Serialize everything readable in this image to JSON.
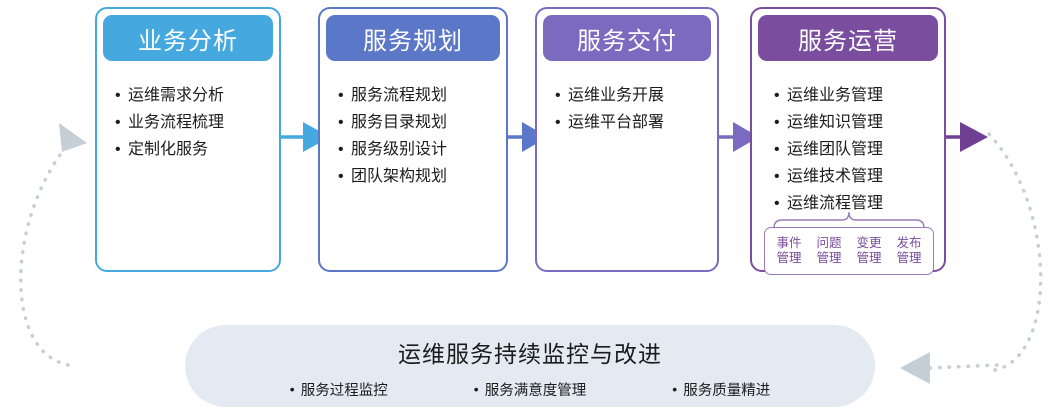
{
  "diagram": {
    "title_hidden": "",
    "colors": {
      "phase1": "#45a9df",
      "phase2": "#5b77c8",
      "phase3": "#7b6bc0",
      "phase4": "#7a4d9e",
      "banner_bg": "#e3eaf1",
      "loop_arrow": "#c6ced6",
      "subbox_border": "#9b7ab8"
    },
    "phases": [
      {
        "title": "业务分析",
        "items": [
          "运维需求分析",
          "业务流程梳理",
          "定制化服务"
        ]
      },
      {
        "title": "服务规划",
        "items": [
          "服务流程规划",
          "服务目录规划",
          "服务级别设计",
          "团队架构规划"
        ]
      },
      {
        "title": "服务交付",
        "items": [
          "运维业务开展",
          "运维平台部署"
        ]
      },
      {
        "title": "服务运营",
        "items": [
          "运维业务管理",
          "运维知识管理",
          "运维团队管理",
          "运维技术管理",
          "运维流程管理"
        ],
        "subprocesses": [
          "事件\n管理",
          "问题\n管理",
          "变更\n管理",
          "发布\n管理"
        ],
        "subprocesses_flat": [
          "事件管理",
          "问题管理",
          "变更管理",
          "发布管理"
        ]
      }
    ],
    "banner": {
      "title": "运维服务持续监控与改进",
      "items": [
        "服务过程监控",
        "服务满意度管理",
        "服务质量精进"
      ]
    },
    "bullet_glyph": "•"
  }
}
